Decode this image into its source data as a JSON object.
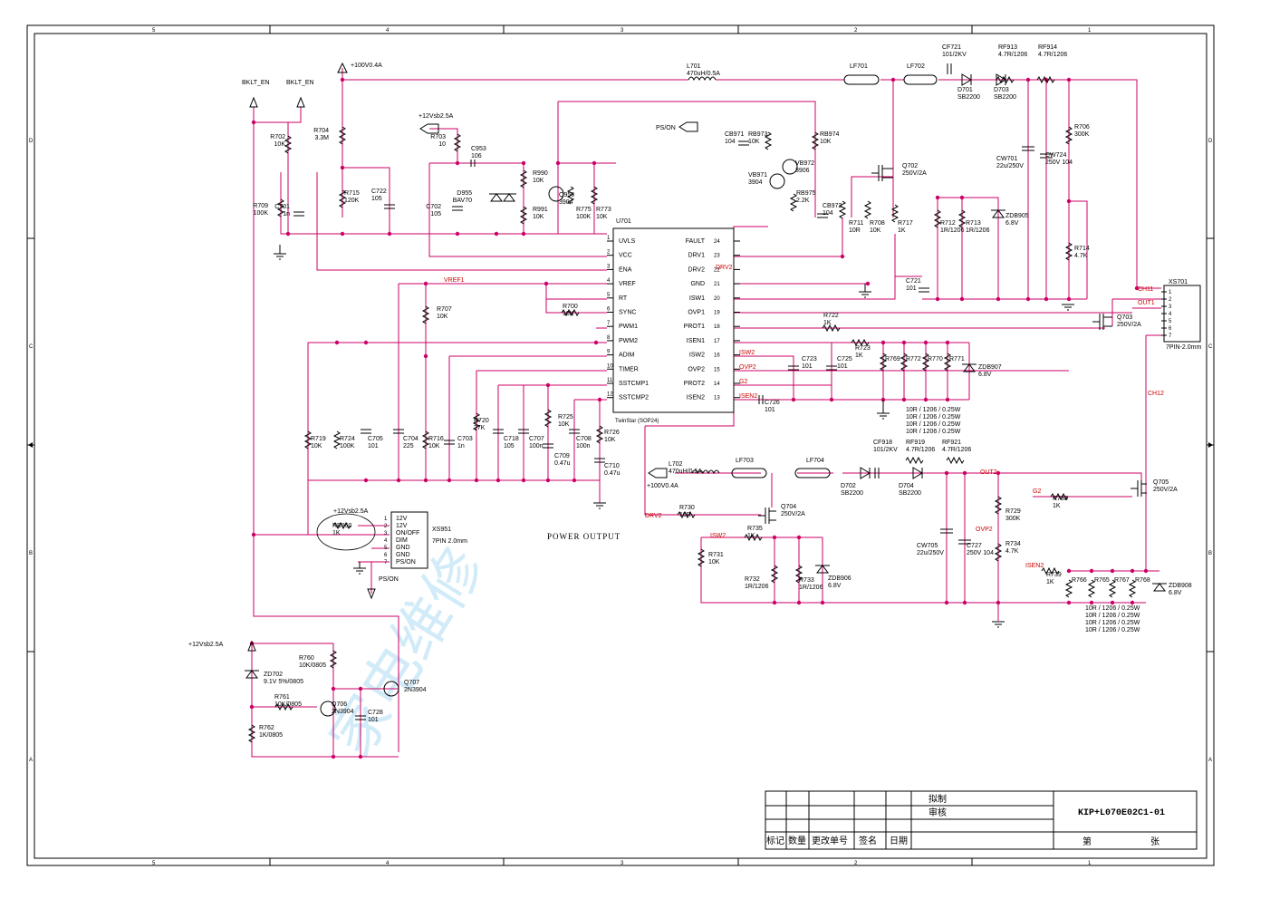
{
  "title_block": {
    "drawn_label": "拟制",
    "review_label": "审核",
    "drawing_number": "KIP+L070E02C1-01",
    "col_mark": "标记",
    "col_qty": "数量",
    "col_change": "更改单号",
    "col_sign": "签名",
    "col_date": "日期",
    "sheet_label": "第",
    "sheets_label": "张"
  },
  "border": {
    "col_marks": [
      "5",
      "4",
      "3",
      "2",
      "1"
    ],
    "row_marks": [
      "D",
      "C",
      "B",
      "A"
    ]
  },
  "ic_u701": {
    "ref": "U701",
    "name": "TwinStar (SOP24)",
    "left_pins": [
      {
        "num": "1",
        "name": "UVLS"
      },
      {
        "num": "2",
        "name": "VCC"
      },
      {
        "num": "3",
        "name": "ENA"
      },
      {
        "num": "4",
        "name": "VREF"
      },
      {
        "num": "5",
        "name": "RT"
      },
      {
        "num": "6",
        "name": "SYNC"
      },
      {
        "num": "7",
        "name": "PWM1"
      },
      {
        "num": "8",
        "name": "PWM2"
      },
      {
        "num": "9",
        "name": "ADIM"
      },
      {
        "num": "10",
        "name": "TIMER"
      },
      {
        "num": "11",
        "name": "SSTCMP1"
      },
      {
        "num": "12",
        "name": "SSTCMP2"
      }
    ],
    "right_pins": [
      {
        "num": "24",
        "name": "FAULT"
      },
      {
        "num": "23",
        "name": "DRV1"
      },
      {
        "num": "22",
        "name": "DRV2"
      },
      {
        "num": "21",
        "name": "GND"
      },
      {
        "num": "20",
        "name": "ISW1"
      },
      {
        "num": "19",
        "name": "OVP1"
      },
      {
        "num": "18",
        "name": "PROT1"
      },
      {
        "num": "17",
        "name": "ISEN1"
      },
      {
        "num": "16",
        "name": "ISW2"
      },
      {
        "num": "15",
        "name": "OVP2"
      },
      {
        "num": "14",
        "name": "PROT2"
      },
      {
        "num": "13",
        "name": "ISEN2"
      }
    ]
  },
  "connector_xs951": {
    "ref": "XS951",
    "desc": "7PIN 2.0mm",
    "pins": [
      "12V",
      "12V",
      "ON/OFF",
      "DIM",
      "GND",
      "GND",
      "PS/ON"
    ],
    "pin_nums": [
      "1",
      "2",
      "3",
      "4",
      "5",
      "6",
      "7"
    ]
  },
  "connector_xs701": {
    "ref": "XS701",
    "desc": "7PIN-2.0mm",
    "pin_nums": [
      "1",
      "2",
      "3",
      "4",
      "5",
      "6",
      "7"
    ]
  },
  "ports": {
    "bklt_en_1": "BKLT_EN",
    "bklt_en_2": "BKLT_EN",
    "v100_top": "+100V0.4A",
    "v100_mid": "+100V0.4A",
    "v12_top": "+12Vsb2.5A",
    "v12_conn": "+12Vsb2.5A",
    "v12_bottom": "+12Vsb2.5A",
    "ps_on_top": "PS/ON",
    "ps_on_conn": "PS/ON"
  },
  "nets": {
    "vref1": "VREF1",
    "drv2_a": "DRV2",
    "drv2_b": "DRV2",
    "isw2_a": "ISW2",
    "isw2_b": "ISW2",
    "ovp2_a": "OVP2",
    "ovp2_b": "OVP2",
    "g2_a": "G2",
    "g2_b": "G2",
    "isen2_a": "ISEN2",
    "isen2_b": "ISEN2",
    "ch11": "CH11",
    "ch12": "CH12",
    "out1": "OUT1",
    "out2": "OUT2"
  },
  "annotation": "POWER OUTPUT",
  "watermark": "家电维修",
  "components": [
    {
      "ref": "R702",
      "value": "10K"
    },
    {
      "ref": "R704",
      "value": "3.3M"
    },
    {
      "ref": "R709",
      "value": "100K"
    },
    {
      "ref": "C701",
      "value": "1n"
    },
    {
      "ref": "R715",
      "value": "120K"
    },
    {
      "ref": "C722",
      "value": "105"
    },
    {
      "ref": "R703",
      "value": "10"
    },
    {
      "ref": "C953",
      "value": "106"
    },
    {
      "ref": "C702",
      "value": "105"
    },
    {
      "ref": "D955",
      "value": "BAV70"
    },
    {
      "ref": "R990",
      "value": "10K"
    },
    {
      "ref": "R991",
      "value": "10K"
    },
    {
      "ref": "Q956",
      "value": "3904"
    },
    {
      "ref": "R775",
      "value": "100K"
    },
    {
      "ref": "R773",
      "value": "10K"
    },
    {
      "ref": "L701",
      "value": "470uH/0.5A"
    },
    {
      "ref": "CB971",
      "value": "104"
    },
    {
      "ref": "RB973",
      "value": "10K"
    },
    {
      "ref": "VB972",
      "value": "3906"
    },
    {
      "ref": "RB974",
      "value": "10K"
    },
    {
      "ref": "VB971",
      "value": "3904"
    },
    {
      "ref": "RB975",
      "value": "2.2K"
    },
    {
      "ref": "CB972",
      "value": "104"
    },
    {
      "ref": "LF701",
      "value": ""
    },
    {
      "ref": "LF702",
      "value": ""
    },
    {
      "ref": "CF721",
      "value": "101/2KV"
    },
    {
      "ref": "RF913",
      "value": "4.7R/1206"
    },
    {
      "ref": "RF914",
      "value": "4.7R/1206"
    },
    {
      "ref": "D701",
      "value": "SB2200"
    },
    {
      "ref": "D703",
      "value": "SB2200"
    },
    {
      "ref": "R706",
      "value": "300K"
    },
    {
      "ref": "CW701",
      "value": "22u/250V"
    },
    {
      "ref": "CW724",
      "value": "250V 104"
    },
    {
      "ref": "Q702",
      "value": "250V/2A"
    },
    {
      "ref": "R711",
      "value": "10R"
    },
    {
      "ref": "R708",
      "value": "10K"
    },
    {
      "ref": "R717",
      "value": "1K"
    },
    {
      "ref": "R712",
      "value": "1R/1206"
    },
    {
      "ref": "R713",
      "value": "1R/1206"
    },
    {
      "ref": "ZDB905",
      "value": "6.8V"
    },
    {
      "ref": "R714",
      "value": "4.7K"
    },
    {
      "ref": "C721",
      "value": "101"
    },
    {
      "ref": "R707",
      "value": "10K"
    },
    {
      "ref": "R700",
      "value": "10K"
    },
    {
      "ref": "R722",
      "value": "1K"
    },
    {
      "ref": "Q703",
      "value": "250V/2A"
    },
    {
      "ref": "R723",
      "value": "1K"
    },
    {
      "ref": "C723",
      "value": "101"
    },
    {
      "ref": "C725",
      "value": "101"
    },
    {
      "ref": "C726",
      "value": "101"
    },
    {
      "ref": "R769",
      "value": ""
    },
    {
      "ref": "R772",
      "value": ""
    },
    {
      "ref": "R770",
      "value": ""
    },
    {
      "ref": "R771",
      "value": ""
    },
    {
      "ref": "ZDB907",
      "value": "6.8V"
    },
    {
      "ref": "R719",
      "value": "10K"
    },
    {
      "ref": "R724",
      "value": "100K"
    },
    {
      "ref": "C705",
      "value": "101"
    },
    {
      "ref": "C704",
      "value": "225"
    },
    {
      "ref": "R716",
      "value": "10K"
    },
    {
      "ref": "C703",
      "value": "1n"
    },
    {
      "ref": "R720",
      "value": "27K"
    },
    {
      "ref": "C718",
      "value": "105"
    },
    {
      "ref": "C707",
      "value": "100n"
    },
    {
      "ref": "R725",
      "value": "10K"
    },
    {
      "ref": "C709",
      "value": "0.47u"
    },
    {
      "ref": "C708",
      "value": "100n"
    },
    {
      "ref": "R726",
      "value": "10K"
    },
    {
      "ref": "C710",
      "value": "0.47u"
    },
    {
      "ref": "L702",
      "value": "470uH/0.5A"
    },
    {
      "ref": "LF703",
      "value": ""
    },
    {
      "ref": "LF704",
      "value": ""
    },
    {
      "ref": "CF918",
      "value": "101/2KV"
    },
    {
      "ref": "RF919",
      "value": "4.7R/1206"
    },
    {
      "ref": "RF921",
      "value": "4.7R/1206"
    },
    {
      "ref": "D702",
      "value": "SB2200"
    },
    {
      "ref": "D704",
      "value": "SB2200"
    },
    {
      "ref": "R730",
      "value": "10R"
    },
    {
      "ref": "Q704",
      "value": "250V/2A"
    },
    {
      "ref": "R735",
      "value": "1K"
    },
    {
      "ref": "R731",
      "value": "10K"
    },
    {
      "ref": "R732",
      "value": "1R/1206"
    },
    {
      "ref": "R733",
      "value": "1R/1206"
    },
    {
      "ref": "ZDB906",
      "value": "6.8V"
    },
    {
      "ref": "CW705",
      "value": "22u/250V"
    },
    {
      "ref": "C727",
      "value": "250V 104"
    },
    {
      "ref": "R729",
      "value": "300K"
    },
    {
      "ref": "R734",
      "value": "4.7K"
    },
    {
      "ref": "R738",
      "value": "1K"
    },
    {
      "ref": "Q705",
      "value": "250V/2A"
    },
    {
      "ref": "R739",
      "value": "1K"
    },
    {
      "ref": "R766",
      "value": ""
    },
    {
      "ref": "R765",
      "value": ""
    },
    {
      "ref": "R767",
      "value": ""
    },
    {
      "ref": "R768",
      "value": ""
    },
    {
      "ref": "ZDB908",
      "value": "6.8V"
    },
    {
      "ref": "RB960",
      "value": "1K"
    },
    {
      "ref": "ZD702",
      "value": "9.1V 5%/0805"
    },
    {
      "ref": "R760",
      "value": "10K/0805"
    },
    {
      "ref": "R761",
      "value": "10K/0805"
    },
    {
      "ref": "Q706",
      "value": "2N3904"
    },
    {
      "ref": "Q707",
      "value": "2N3904"
    },
    {
      "ref": "C728",
      "value": "101"
    },
    {
      "ref": "R762",
      "value": "1K/0805"
    }
  ],
  "resistor_notes": {
    "top_group": [
      "10R / 1206 / 0.25W",
      "10R / 1206 / 0.25W",
      "10R / 1206 / 0.25W",
      "10R / 1206 / 0.25W"
    ],
    "bottom_group": [
      "10R / 1206 / 0.25W",
      "10R / 1206 / 0.25W",
      "10R / 1206 / 0.25W",
      "10R / 1206 / 0.25W"
    ]
  },
  "colors": {
    "wire": "#cc0066",
    "net_label": "#cc0000",
    "ink": "#000000",
    "watermark": "#7fc8ee"
  }
}
